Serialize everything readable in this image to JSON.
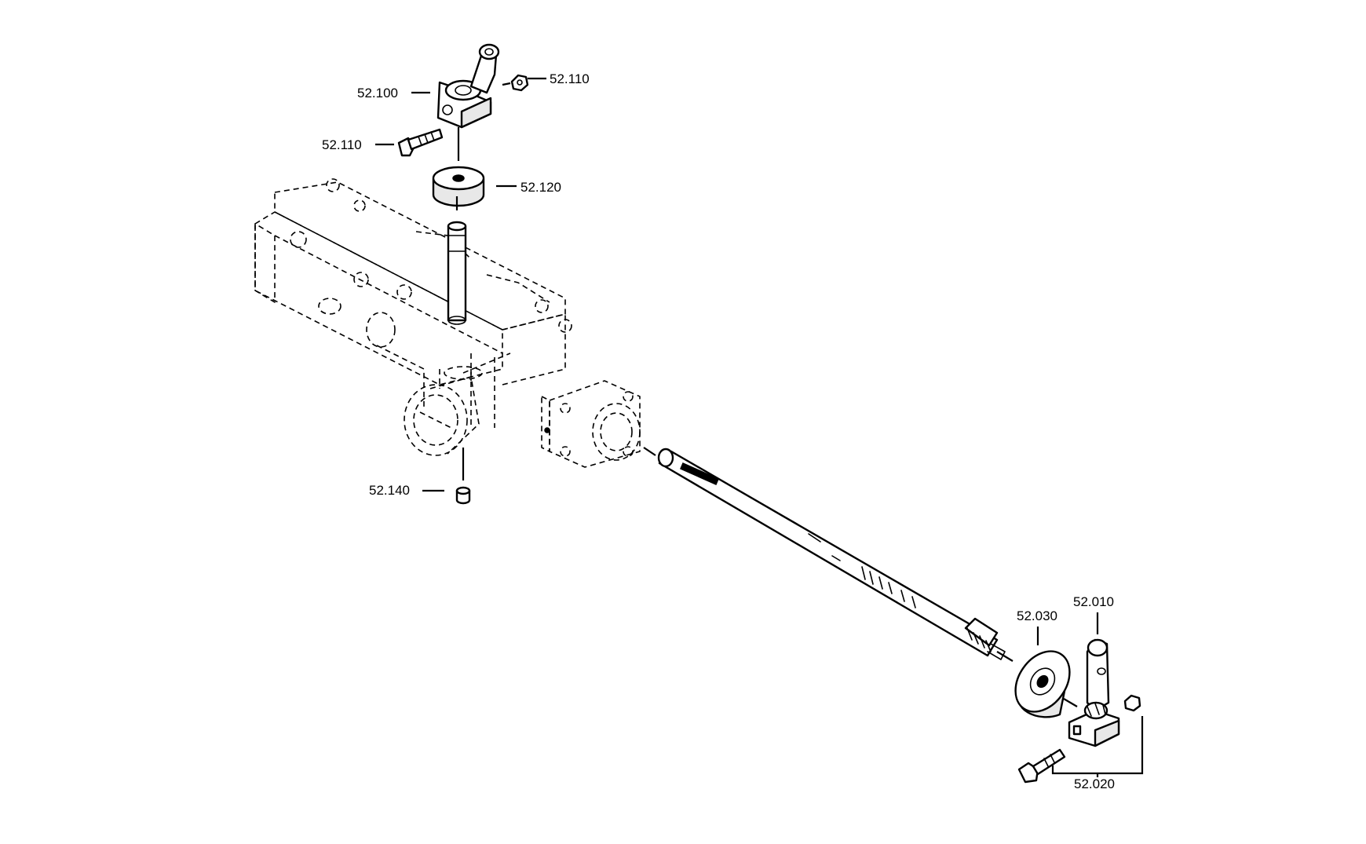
{
  "colors": {
    "line": "#000000",
    "background": "#ffffff"
  },
  "callouts": [
    {
      "id": "52.010",
      "label": "52.010"
    },
    {
      "id": "52.020",
      "label": "52.020"
    },
    {
      "id": "52.030",
      "label": "52.030"
    },
    {
      "id": "52.100",
      "label": "52.100"
    },
    {
      "id": "52.110a",
      "label": "52.110"
    },
    {
      "id": "52.110b",
      "label": "52.110"
    },
    {
      "id": "52.120",
      "label": "52.120"
    },
    {
      "id": "52.140",
      "label": "52.140"
    }
  ]
}
